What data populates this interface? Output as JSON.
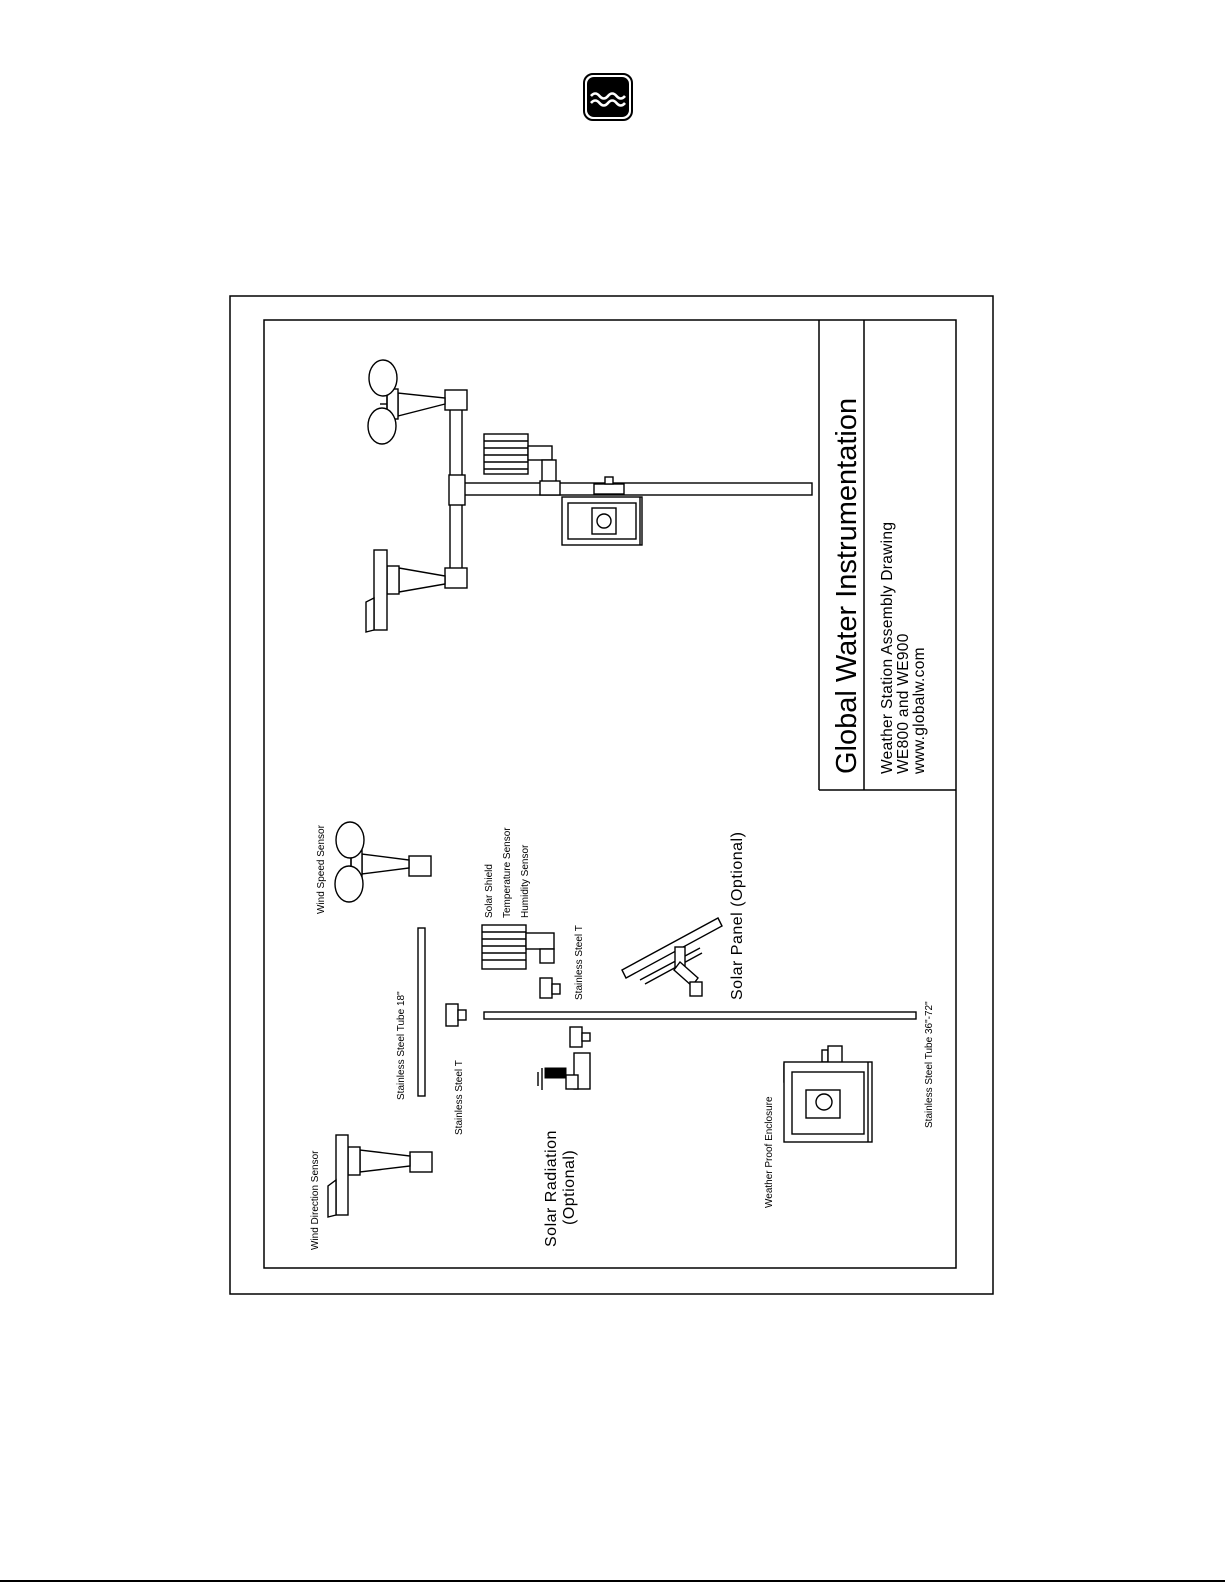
{
  "document": {
    "logo_icon": "water-wave-logo-icon",
    "title_block": {
      "company": "Global Water Instrumentation",
      "line1": "Weather Station Assembly Drawing",
      "line2": "WE800 and WE900",
      "line3": "www.globalw.com"
    },
    "labels": {
      "wind_direction_sensor": "Wind Direction Sensor",
      "wind_speed_sensor": "Wind Speed Sensor",
      "stainless_steel_tube_18": "Stainless Steel Tube 18\"",
      "stainless_steel_t_1": "Stainless Steel T",
      "stainless_steel_t_2": "Stainless Steel T",
      "solar_shield": "Solar Shield",
      "temperature_sensor": "Temperature Sensor",
      "humidity_sensor": "Humidity Sensor",
      "solar_radiation": "Solar Radiation",
      "solar_radiation_optional": "(Optional)",
      "solar_panel": "Solar Panel (Optional)",
      "weather_proof_enclosure": "Weather Proof Enclosure",
      "stainless_steel_tube_36_72": "Stainless Steel Tube 36\"-72\""
    }
  }
}
